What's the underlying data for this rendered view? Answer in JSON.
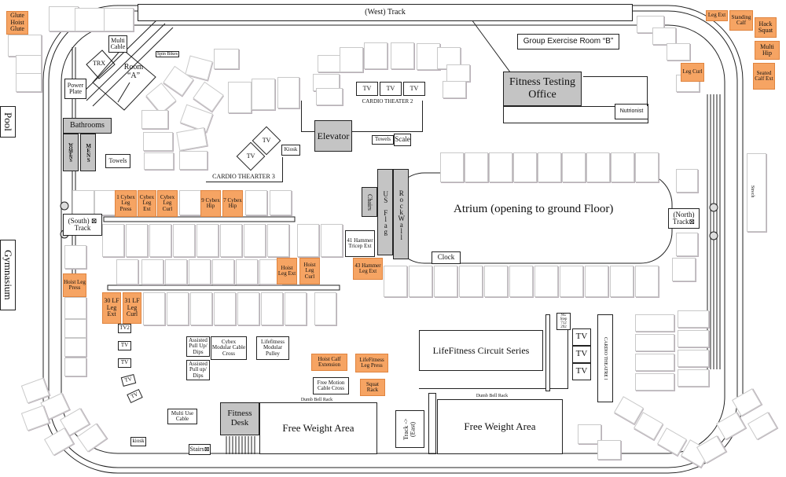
{
  "title": {
    "west_track": "(West) Track",
    "group_exercise": "Group Exercise Room “B”",
    "fitness_testing": "Fitness Testing Office",
    "nutrionist": "Nutrionist",
    "pool": "Pool",
    "gymnasium": "Gymnasium",
    "room_a": "Room “A”",
    "trx": "TRX",
    "multi_cable_top": "Multi Cable",
    "spin_bikes": "Spin Bikes",
    "power_plate": "Power Plate",
    "bathrooms": "Bathrooms",
    "womens": "WOMENS",
    "mens": "MENS",
    "towels_left": "Towels",
    "south_track": "(South) ⊠ Track",
    "cardio_theater_2": "CARDIO THEATER 2",
    "cardio_thearter_3": "CARDIO THEARTER 3",
    "cardio_theatre_1": "CARDIO THEATRE I",
    "elevator": "Elevator",
    "towels_mid": "Towels",
    "scale": "Scale",
    "kiosk_top": "Kiosk",
    "chairs": "Chairs",
    "us_flag": "US Flag",
    "rock_wall": "RockWall",
    "atrium": "Atrium (opening to ground Floor)",
    "north_track": "(North) Track⊠",
    "clock": "Clock",
    "stretch": "Strech",
    "lifefitness_circuit": "LifeFitness Circuit Series",
    "nu_step": "NU Step 712 292",
    "fitness_desk": "Fitness Desk",
    "free_weight_1": "Free Weight Area",
    "free_weight_2": "Free Weight Area",
    "dumbbell_rack_1": "Dumb Bell Rack",
    "dumbbell_rack_2": "Dumb Bell Rack",
    "east_track": "Track -> (East)",
    "stairs": "Stairs⊠",
    "kiosk_bottom": "kiosk",
    "multi_use_cable": "Multi Use Cable",
    "assisted_1": "Assisted Pull Up/ Dips",
    "assisted_2": "Assisted Pull up/ Dips",
    "cybex_cable_cross": "Cybex Modular Cable Cross",
    "lifefitness_pulley": "Lifefitness Modular Pulley",
    "free_motion": "Free Motion Cable Cross",
    "hammer_41": "41 Hammer Tricep Ext",
    "tv": "TV",
    "tv2": "TV2"
  },
  "machines": {
    "glute": "Glute Hoist Glute",
    "leg_ext_top": "Leg Ext",
    "standing_calf": "Standing Calf",
    "hack_squat": "Hack Squat",
    "multi_hip": "Multi Hip",
    "seated_calf": "Seated Calf Ext",
    "leg_curl_top": "Leg Curl",
    "cybex_leg_press": "1 Cybex Leg Press",
    "cybex_leg_ext": "Cybex Leg Ext",
    "cybex_leg_curl": "Cybex Leg Curl",
    "cybex_hip_9": "9 Cybex Hip",
    "cybex_hip_7": "7 Cybex Hip",
    "hoist_leg_ext": "Hoist Leg Ext",
    "hoist_leg_curl": "Hoist Leg Curl",
    "hammer_43": "43 Hammer Leg Ext",
    "hoist_leg_press": "Hoist Leg Press",
    "lf_leg_ext_30": "30 LF Leg Ext",
    "lf_leg_curl_31": "31 LF Leg Curl",
    "hoist_calf": "Hoist Calf Extension",
    "lifefitness_leg_press": "LifeFitness Leg Press",
    "squat_rack": "Squat Rack"
  },
  "colors": {
    "machine_orange": "#f6a463",
    "fixture_gray": "#c4c4c4",
    "equipment_outline": "#c9c9c9"
  }
}
